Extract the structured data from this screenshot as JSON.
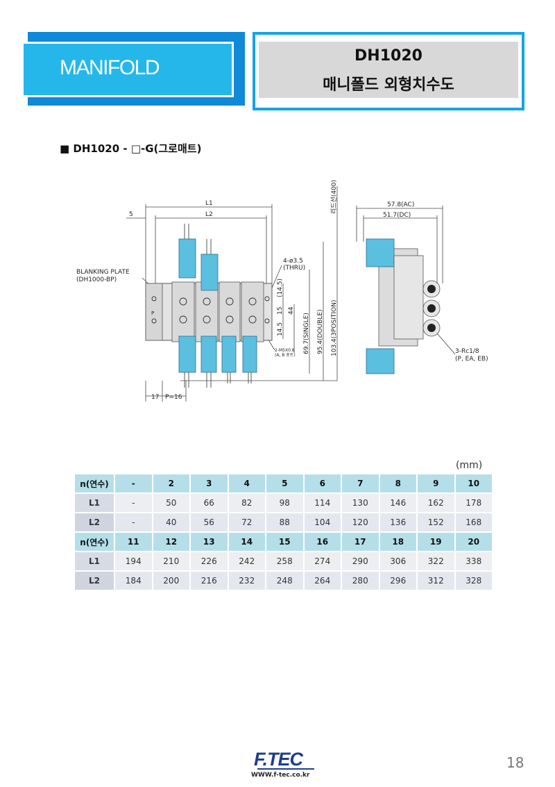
{
  "header": {
    "section_label": "MANIFOLD",
    "model": "DH1020",
    "subtitle": "매니폴드 외형치수도"
  },
  "section_title": "■ DH1020 - □-G(그로매트)",
  "drawing": {
    "labels": {
      "L1": "L1",
      "L2": "L2",
      "five": "5",
      "blanking_plate": "BLANKING PLATE",
      "blanking_plate_model": "(DH1000-BP)",
      "holes": "4-ø3.5",
      "thru": "(THRU)",
      "lead_wire": "리드선(400)",
      "d14_5a": "(14.5)",
      "d15": "15",
      "d44": "44",
      "d14_5b": "14.5",
      "single": "69.7(SINGLE)",
      "double": "95.4(DOUBLE)",
      "three_pos": "103.4(3POSITION)",
      "m5": "2-M5X0.8",
      "m5b": "(A, B 포트)",
      "pitch17": "17",
      "pitch": "P=16",
      "ac": "57.8(AC)",
      "dc": "51.7(DC)",
      "rc": "3-Rc1/8",
      "rc_ports": "(P, EA, EB)",
      "p": "P"
    }
  },
  "unit": "(mm)",
  "table": {
    "rows1": [
      [
        "n(연수)",
        "-",
        "2",
        "3",
        "4",
        "5",
        "6",
        "7",
        "8",
        "9",
        "10"
      ],
      [
        "L1",
        "-",
        "50",
        "66",
        "82",
        "98",
        "114",
        "130",
        "146",
        "162",
        "178"
      ],
      [
        "L2",
        "-",
        "40",
        "56",
        "72",
        "88",
        "104",
        "120",
        "136",
        "152",
        "168"
      ]
    ],
    "rows2": [
      [
        "n(연수)",
        "11",
        "12",
        "13",
        "14",
        "15",
        "16",
        "17",
        "18",
        "19",
        "20"
      ],
      [
        "L1",
        "194",
        "210",
        "226",
        "242",
        "258",
        "274",
        "290",
        "306",
        "322",
        "338"
      ],
      [
        "L2",
        "184",
        "200",
        "216",
        "232",
        "248",
        "264",
        "280",
        "296",
        "312",
        "328"
      ]
    ]
  },
  "footer": {
    "logo": "F.TEC",
    "url": "WWW.f-tec.co.kr",
    "page_number": "18"
  },
  "colors": {
    "header_blue": "#25b7ea",
    "header_dark_blue": "#0f89d8",
    "header_border": "#12a5e8",
    "table_header": "#b4dfe9",
    "coil_blue": "#5bbfe0",
    "logo_blue": "#1d3f8a"
  }
}
